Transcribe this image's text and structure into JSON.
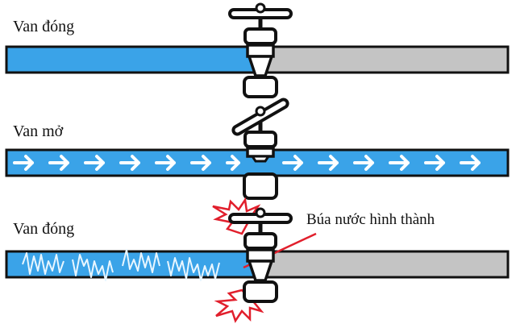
{
  "rows": [
    {
      "label": "Van đóng",
      "valve_state": "closed"
    },
    {
      "label": "Van mở",
      "valve_state": "open"
    },
    {
      "label": "Van đóng",
      "valve_state": "closed-water-hammer"
    }
  ],
  "annotation": {
    "text": "Búa nước hình thành"
  },
  "colors": {
    "water": "#3aa3e8",
    "empty_pipe": "#c4c4c4",
    "outline": "#111111",
    "flow_arrow": "#ffffff",
    "shock": "#e11f2c"
  }
}
